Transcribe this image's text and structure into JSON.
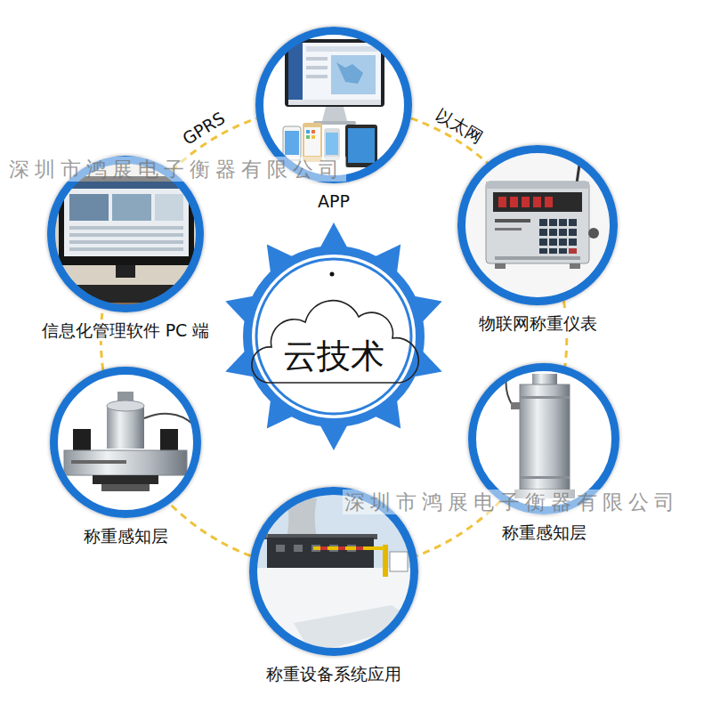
{
  "diagram": {
    "nodes": [
      {
        "text": [
          "APP"
        ]
      },
      {
        "text": [
          "信息化管理软件 PC 端"
        ]
      },
      {
        "text": [
          "物联网称重仪表"
        ]
      },
      {
        "text": [
          "云技术"
        ]
      },
      {
        "text": [
          "称重感知层"
        ]
      },
      {
        "text": [
          "称重感知层"
        ]
      },
      {
        "text": [
          "称重设备系统应用"
        ]
      }
    ],
    "edges": [
      {
        "from": 1,
        "to": 0,
        "arrow": "none",
        "label": "GPRS"
      },
      {
        "from": 0,
        "to": 2,
        "arrow": "none",
        "label": "以太网"
      },
      {
        "from": 2,
        "to": 5,
        "arrow": "none"
      },
      {
        "from": 5,
        "to": 6,
        "arrow": "none"
      },
      {
        "from": 6,
        "to": 4,
        "arrow": "none"
      },
      {
        "from": 4,
        "to": 1,
        "arrow": "none"
      }
    ],
    "labels": [
      "深圳市鸿展电子衡器有限公司",
      "深圳市鸿展电子衡器有限公司"
    ]
  }
}
